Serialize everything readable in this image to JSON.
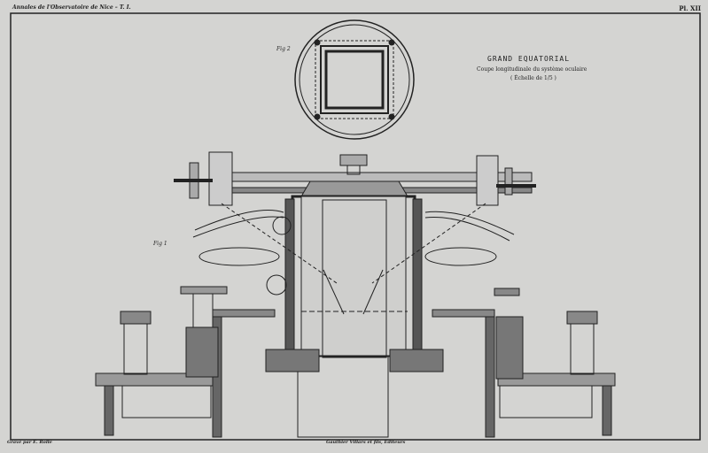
{
  "header": {
    "series": "Annales de l'Observatoire de Nice – T. I.",
    "plate": "Pl. XII"
  },
  "title": {
    "main": "GRAND EQUATORIAL",
    "subtitle": "Coupe longitudinale du système oculaire",
    "scale": "( Échelle de 1/5 )"
  },
  "figures": {
    "fig1": "Fig 1",
    "fig2": "Fig 2"
  },
  "footer": {
    "engraver": "Gravé par E. Rollé",
    "publisher": "Gauthier Villars et fils, Éditeurs"
  },
  "colors": {
    "paper": "#d4d4d2",
    "ink": "#222222",
    "section": "#6a6a6a"
  }
}
